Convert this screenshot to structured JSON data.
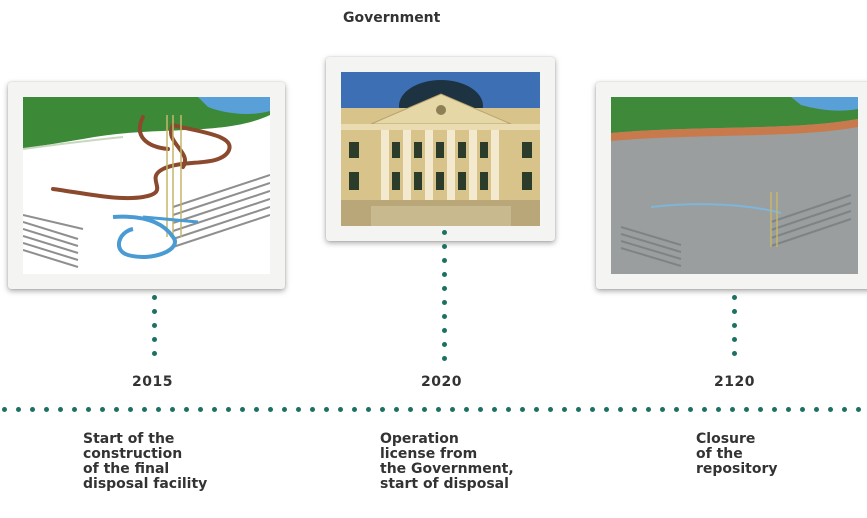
{
  "header": {
    "top_label": "Government"
  },
  "timeline": [
    {
      "year": "2015",
      "description": "Start of the\nconstruction\nof the final\ndisposal facility"
    },
    {
      "year": "2020",
      "description": "Operation\nlicense from\nthe Government,\nstart of disposal"
    },
    {
      "year": "2120",
      "description": "Closure\nof the\nrepository"
    }
  ],
  "colors": {
    "accent": "#1d7163",
    "text": "#333333",
    "tunnel": "#8b4a2e",
    "shaft": "#5aa8d8",
    "grass": "#3f8a3a"
  }
}
